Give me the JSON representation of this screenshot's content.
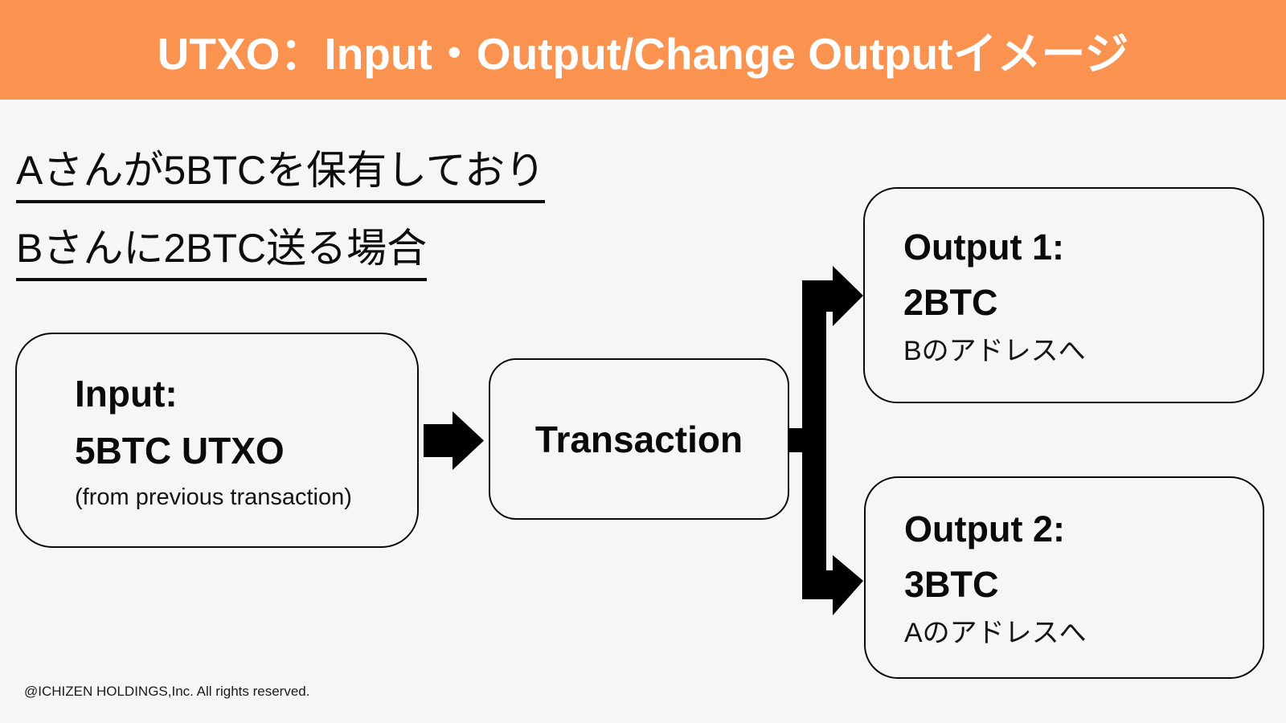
{
  "header": {
    "title": "UTXO：Input・Output/Change Outputイメージ",
    "bg_color": "#FA9250",
    "text_color": "#FFFFFF"
  },
  "intro": {
    "line1": "Aさんが5BTCを保有しており",
    "line2": "Bさんに2BTC送る場合"
  },
  "diagram": {
    "input_box": {
      "title": "Input:",
      "amount": "5BTC UTXO",
      "note": "(from previous transaction)"
    },
    "transaction_box": {
      "label": "Transaction"
    },
    "output1_box": {
      "title": "Output 1:",
      "amount": "2BTC",
      "address": "Bのアドレスへ"
    },
    "output2_box": {
      "title": "Output 2:",
      "amount": "3BTC",
      "address": "Aのアドレスへ"
    },
    "arrow_color": "#000000",
    "box_border_color": "#0A0A0A"
  },
  "footer": {
    "copyright": "@ICHIZEN HOLDINGS,Inc. All rights reserved."
  }
}
